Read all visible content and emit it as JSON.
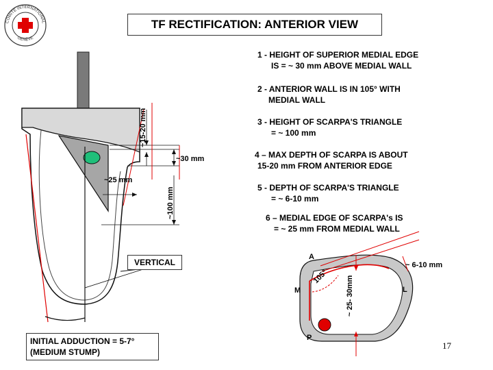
{
  "title": "TF RECTIFICATION: ANTERIOR VIEW",
  "logo": {
    "text_top": "COMITÉ INTERNATIONAL",
    "text_bottom": "GENÈVE",
    "icon": "red-cross-icon"
  },
  "notes": [
    {
      "line1": "1 - HEIGHT OF SUPERIOR MEDIAL EDGE",
      "line2": "IS = ~ 30 mm ABOVE MEDIAL WALL"
    },
    {
      "line1": "2 - ANTERIOR WALL IS IN 105° WITH",
      "line2": "MEDIAL WALL"
    },
    {
      "line1": "3 - HEIGHT OF SCARPA'S TRIANGLE",
      "line2": "= ~ 100 mm"
    },
    {
      "line1": "4 – MAX DEPTH OF SCARPA IS ABOUT",
      "line2": "15-20 mm FROM ANTERIOR EDGE"
    },
    {
      "line1": "5 - DEPTH OF SCARPA'S TRIANGLE",
      "line2": "= ~ 6-10 mm"
    },
    {
      "line1": "6 – MEDIAL EDGE OF SCARPA's IS",
      "line2": "= ~ 25 mm FROM MEDIAL WALL"
    }
  ],
  "diagram_labels": {
    "dim_15_20": "~15-20 mm",
    "dim_30": "~30 mm",
    "dim_25": "~25 mm",
    "dim_100": "~100 mm",
    "vertical": "VERTICAL",
    "adduction_line1": "INITIAL ADDUCTION = 5-7°",
    "adduction_line2": "(MEDIUM STUMP)"
  },
  "socket_labels": {
    "A": "A",
    "M": "M",
    "L": "L",
    "P": "P",
    "angle": "105°",
    "dim_6_10": "~ 6-10 mm",
    "dim_25_30": "~ 25- 30mm"
  },
  "colors": {
    "accent_red": "#e00000",
    "scarpa_fill": "#a6a6a6",
    "green_dot": "#1fbf7a",
    "socket_fill": "#c8c8c8"
  },
  "page_number": "17"
}
